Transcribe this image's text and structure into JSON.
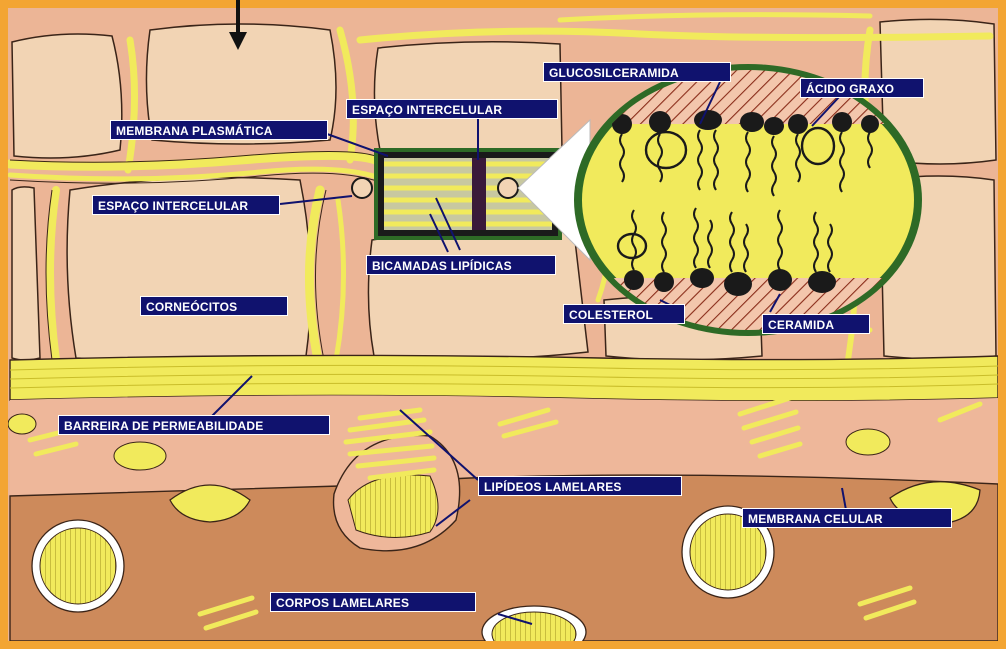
{
  "labels": {
    "membrana_plasmatica": "MEMBRANA PLASMÁTICA",
    "espaco_intercelular_top": "ESPAÇO INTERCELULAR",
    "espaco_intercelular_left": "ESPAÇO INTERCELULAR",
    "glucosilceramida": "GLUCOSILCERAMIDA",
    "acido_graxo": "ÁCIDO GRAXO",
    "bicamadas_lipidicas": "BICAMADAS LIPÍDICAS",
    "corneocitos": "CORNEÓCITOS",
    "colesterol": "COLESTEROL",
    "ceramida": "CERAMIDA",
    "barreira_permeabilidade": "BARREIRA DE PERMEABILIDADE",
    "lipideos_lamelares": "LIPÍDEOS LAMELARES",
    "membrana_celular": "MEMBRANA CELULAR",
    "corpos_lamelares": "CORPOS LAMELARES"
  },
  "colors": {
    "frame": "#f3a533",
    "cell_pink": "#ecb596",
    "cell_light": "#f2d4b4",
    "lipid_yellow": "#f1ea5c",
    "lower_brown": "#cd8a5b",
    "inset_green": "#2e6a26",
    "label_bg": "#10126e"
  },
  "icons": {
    "pointer": "down-arrow-icon"
  }
}
